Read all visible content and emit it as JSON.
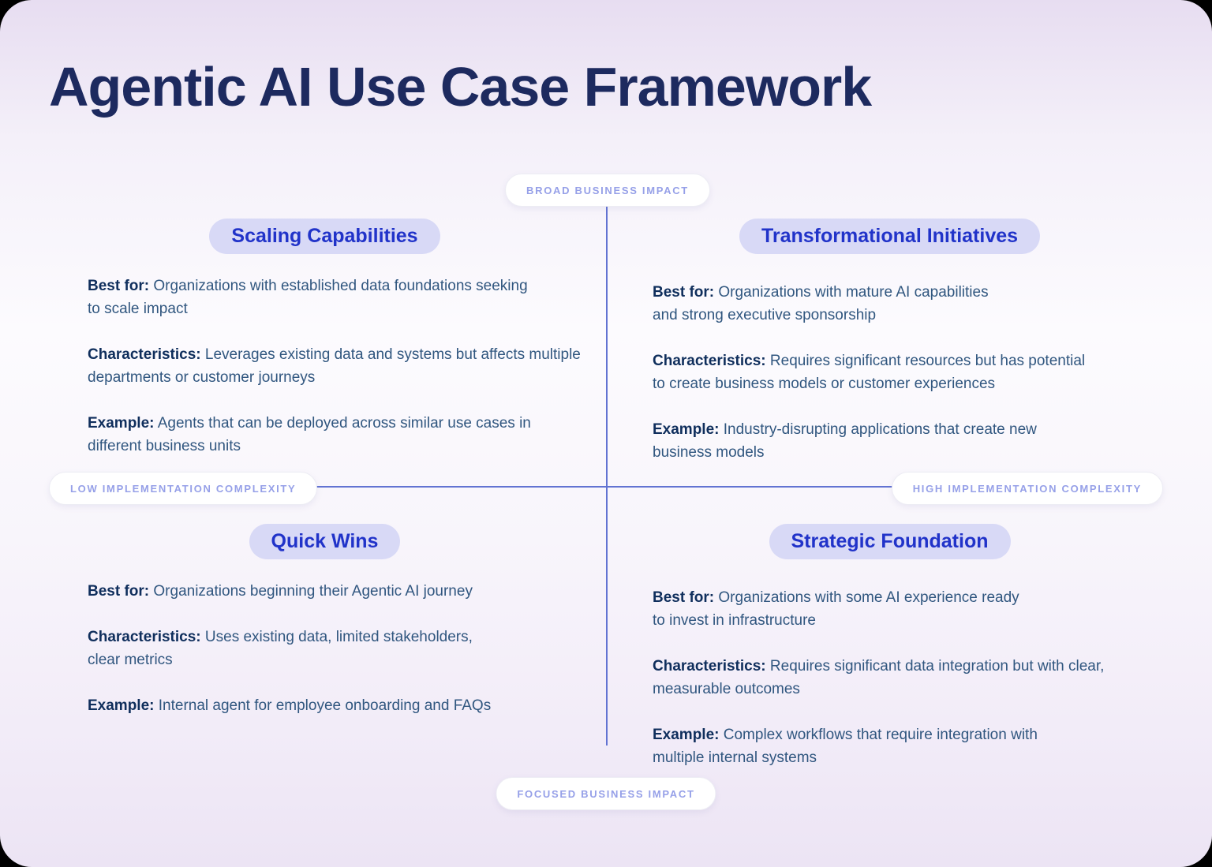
{
  "page": {
    "title": "Agentic AI Use Case Framework"
  },
  "axes": {
    "top": "BROAD BUSINESS IMPACT",
    "bottom": "FOCUSED BUSINESS IMPACT",
    "left": "LOW IMPLEMENTATION COMPLEXITY",
    "right": "HIGH IMPLEMENTATION COMPLEXITY"
  },
  "quadrants": [
    {
      "title": "Scaling Capabilities",
      "items": [
        {
          "label": "Best for:",
          "text": "Organizations with established data foundations seeking\nto scale impact"
        },
        {
          "label": "Characteristics:",
          "text": "Leverages existing data and systems but affects multiple\ndepartments or customer journeys"
        },
        {
          "label": "Example:",
          "text": "Agents that can be deployed across similar use cases in\ndifferent business units"
        }
      ]
    },
    {
      "title": "Transformational Initiatives",
      "items": [
        {
          "label": "Best for:",
          "text": "Organizations with mature AI capabilities\nand strong executive sponsorship"
        },
        {
          "label": "Characteristics:",
          "text": "Requires significant resources but has potential\nto create business models or customer experiences"
        },
        {
          "label": "Example:",
          "text": "Industry-disrupting applications that create new\nbusiness models"
        }
      ]
    },
    {
      "title": "Quick Wins",
      "items": [
        {
          "label": "Best for:",
          "text": "Organizations beginning their Agentic AI journey"
        },
        {
          "label": "Characteristics:",
          "text": "Uses existing data, limited stakeholders,\nclear metrics"
        },
        {
          "label": "Example:",
          "text": "Internal agent for employee onboarding and FAQs"
        }
      ]
    },
    {
      "title": "Strategic Foundation",
      "items": [
        {
          "label": "Best for:",
          "text": "Organizations with some AI experience ready\nto invest in infrastructure"
        },
        {
          "label": "Characteristics:",
          "text": "Requires significant data integration but with clear,\nmeasurable outcomes"
        },
        {
          "label": "Example:",
          "text": "Complex workflows that require integration with\nmultiple internal systems"
        }
      ]
    }
  ],
  "colors": {
    "title_navy": "#1d2a5f",
    "quadrant_pill_bg": "#d8d9f6",
    "quadrant_pill_text": "#2133c9",
    "axis_line": "#6273d2",
    "axis_badge_text": "#96a0e8",
    "axis_badge_bg": "#ffffff",
    "body_label": "#0f2e5c",
    "body_text": "#30567f"
  }
}
